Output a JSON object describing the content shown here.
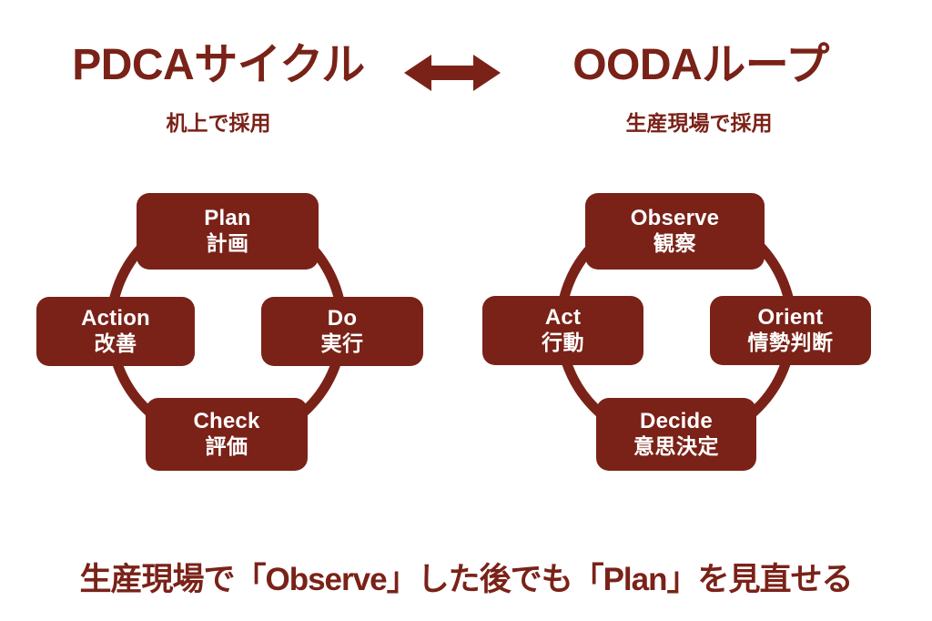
{
  "page": {
    "background": "#ffffff",
    "accent_color": "#7a2218",
    "node_text_color": "#ffffff"
  },
  "left": {
    "title": "PDCAサイクル",
    "subtitle": "机上で採用",
    "nodes": [
      {
        "en": "Plan",
        "ja": "計画"
      },
      {
        "en": "Do",
        "ja": "実行"
      },
      {
        "en": "Check",
        "ja": "評価"
      },
      {
        "en": "Action",
        "ja": "改善"
      }
    ]
  },
  "right": {
    "title": "OODAループ",
    "subtitle": "生産現場で採用",
    "nodes": [
      {
        "en": "Observe",
        "ja": "観察"
      },
      {
        "en": "Orient",
        "ja": "情勢判断"
      },
      {
        "en": "Decide",
        "ja": "意思決定"
      },
      {
        "en": "Act",
        "ja": "行動"
      }
    ]
  },
  "connector": {
    "icon": "double-arrow-icon"
  },
  "caption": "生産現場で「Observe」した後でも「Plan」を見直せる"
}
